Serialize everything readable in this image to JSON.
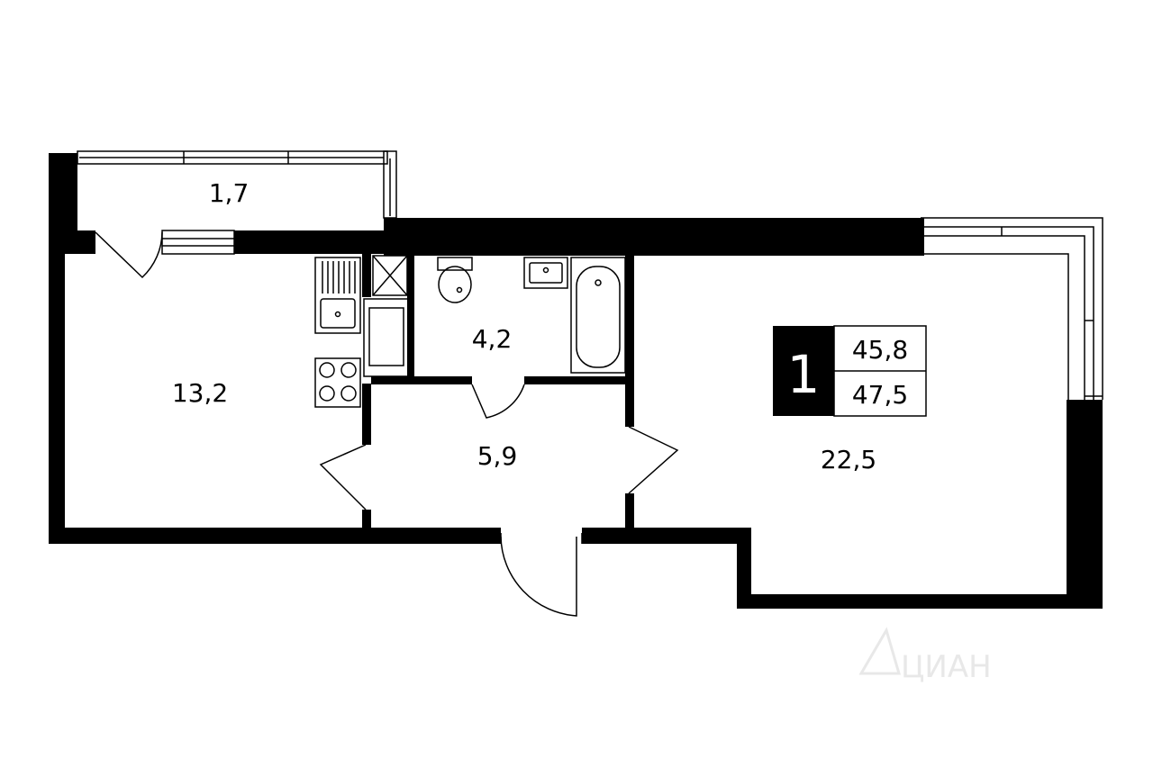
{
  "rooms": {
    "balcony": "1,7",
    "kitchen": "13,2",
    "bathroom": "4,2",
    "hallway": "5,9",
    "living_room": "22,5"
  },
  "badge": {
    "rooms_count": "1",
    "living_area": "45,8",
    "total_area": "47,5"
  },
  "watermark": "ЦИАН"
}
